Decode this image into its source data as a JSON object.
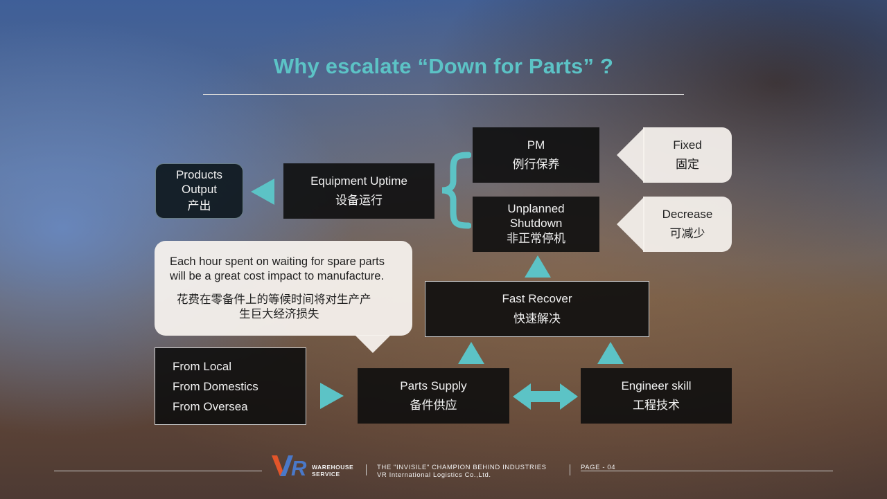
{
  "title": "Why escalate “Down for Parts” ?",
  "colors": {
    "accent": "#5cc3c6",
    "box": "#0e0e0e",
    "callout": "#f6f2ee"
  },
  "nodes": {
    "products_output": {
      "line1": "Products",
      "line2": "Output",
      "zh": "产出"
    },
    "equipment_uptime": {
      "en": "Equipment Uptime",
      "zh": "设备运行"
    },
    "pm": {
      "en": "PM",
      "zh": "例行保养"
    },
    "unplanned": {
      "line1": "Unplanned",
      "line2": "Shutdown",
      "zh": "非正常停机"
    },
    "fixed": {
      "en": "Fixed",
      "zh": "固定"
    },
    "decrease": {
      "en": "Decrease",
      "zh": "可减少"
    },
    "fast_recover": {
      "en": "Fast Recover",
      "zh": "快速解决"
    },
    "parts_supply": {
      "en": "Parts Supply",
      "zh": "备件供应"
    },
    "engineer_skill": {
      "en": "Engineer skill",
      "zh": "工程技术"
    },
    "sources": [
      "From Local",
      "From Domestics",
      "From Oversea"
    ]
  },
  "bubble": {
    "en_line1": "Each hour spent on waiting for spare parts",
    "en_line2": "will be a great cost impact to manufacture.",
    "zh_line1": "花费在零备件上的等候时间将对生产产",
    "zh_line2": "生巨大经济损失"
  },
  "footer": {
    "logo": "VR",
    "logo_word1": "WAREHOUSE",
    "logo_word2": "SERVICE",
    "tagline": "THE \"INVISILE\" CHAMPION BEHIND INDUSTRIES",
    "company": "VR International Logistics Co.,Ltd.",
    "page": "PAGE - 04"
  },
  "icons": {
    "brace": "left-curly-brace-icon",
    "arrow_left": "triangle-left-icon",
    "arrow_right": "triangle-right-icon",
    "arrow_up": "triangle-up-icon",
    "double_arrow": "double-arrow-icon"
  }
}
